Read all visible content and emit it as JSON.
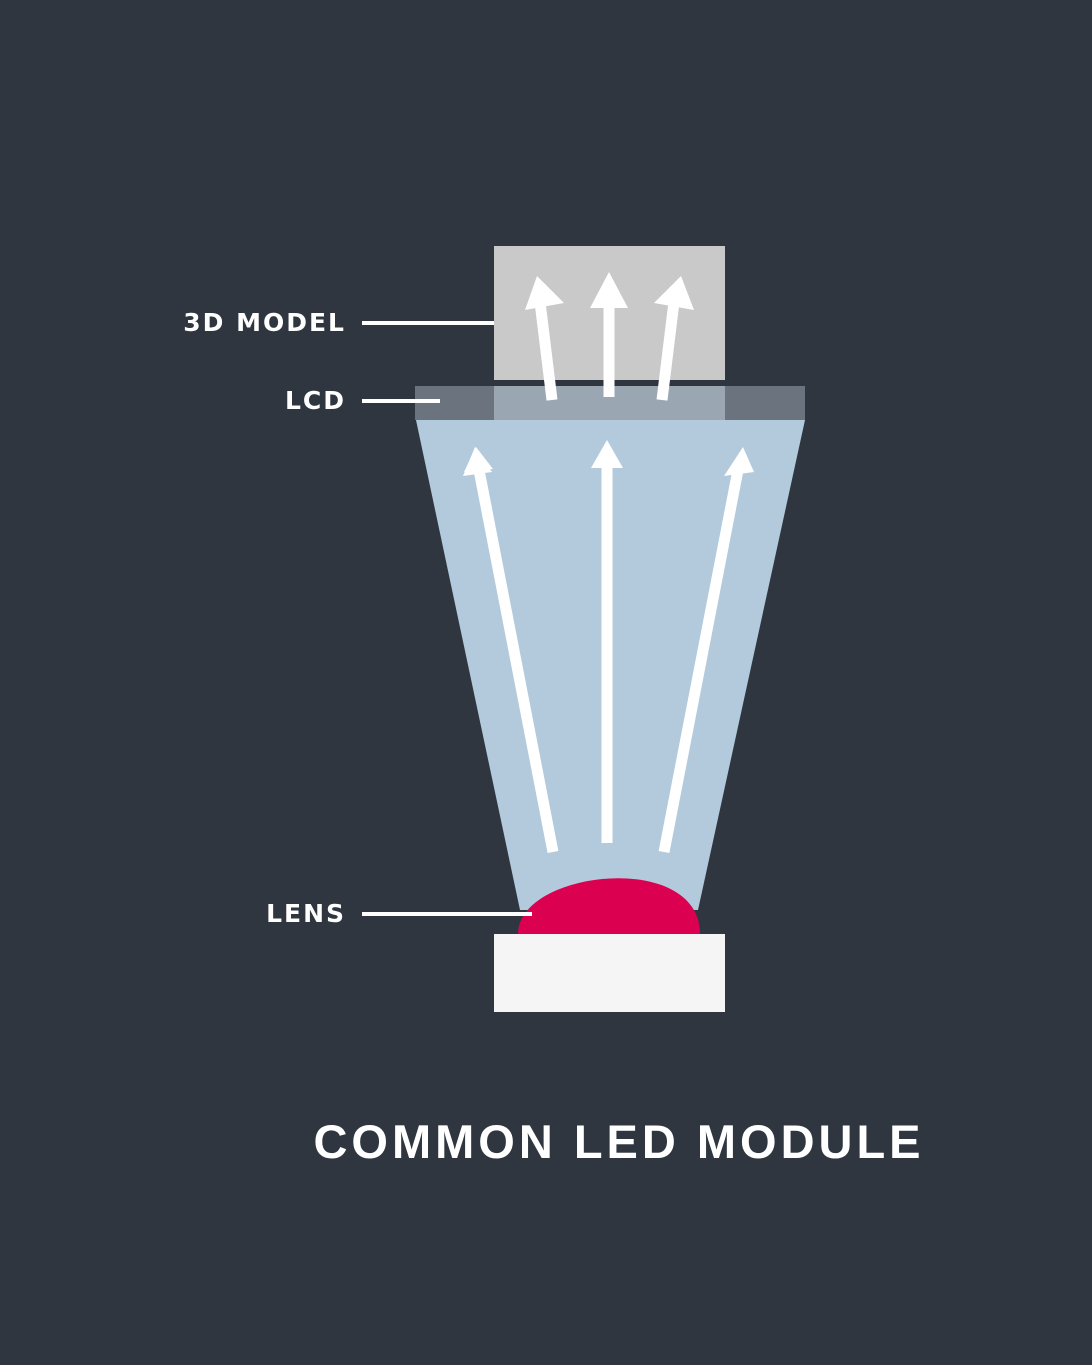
{
  "diagram": {
    "labels": {
      "model": "3D MODEL",
      "lcd": "LCD",
      "lens": "LENS"
    },
    "caption": "COMMON LED MODULE"
  },
  "colors": {
    "background": "#2f3640",
    "model_block": "#c9c9c9",
    "lcd_bar": "#6b747e",
    "light_cone": "#b2cadc",
    "lens": "#dc0050",
    "led_base": "#f5f5f5",
    "arrows": "#ffffff"
  }
}
